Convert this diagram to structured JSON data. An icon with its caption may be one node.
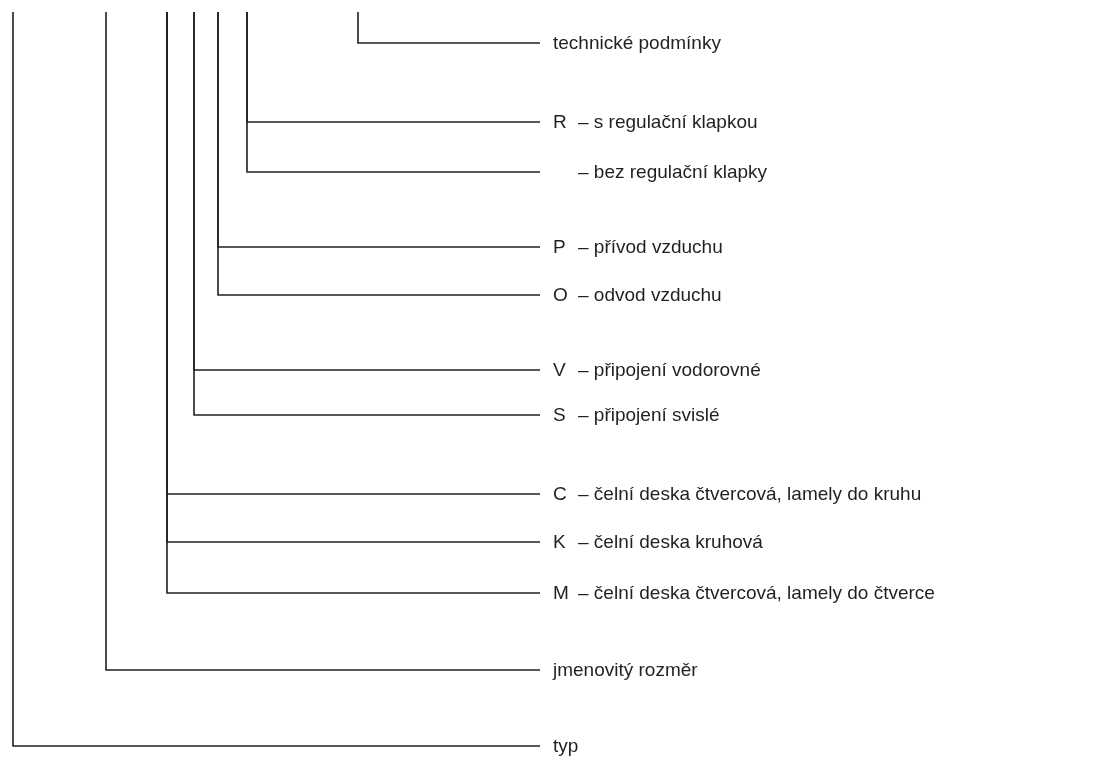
{
  "diagram": {
    "nodes": [
      {
        "text": [
          "technické podmínky"
        ]
      },
      {
        "text": [
          "R",
          "– s regulační klapkou"
        ]
      },
      {
        "text": [
          "– bez regulační klapky"
        ]
      },
      {
        "text": [
          "P",
          "– přívod vzduchu"
        ]
      },
      {
        "text": [
          "O",
          "– odvod vzduchu"
        ]
      },
      {
        "text": [
          "V",
          "– připojení vodorovné"
        ]
      },
      {
        "text": [
          "S",
          "– připojení svislé"
        ]
      },
      {
        "text": [
          "C",
          "– čelní deska čtvercová, lamely do kruhu"
        ]
      },
      {
        "text": [
          "K",
          "– čelní deska kruhová"
        ]
      },
      {
        "text": [
          "M",
          "– čelní deska čtvercová, lamely do čtverce"
        ]
      },
      {
        "text": [
          "jmenovitý rozměr"
        ]
      },
      {
        "text": [
          "typ"
        ]
      }
    ],
    "edges": [
      {
        "from": null,
        "to": 0,
        "arrow": "none"
      },
      {
        "from": null,
        "to": 1,
        "arrow": "none"
      },
      {
        "from": null,
        "to": 2,
        "arrow": "none"
      },
      {
        "from": null,
        "to": 3,
        "arrow": "none"
      },
      {
        "from": null,
        "to": 4,
        "arrow": "none"
      },
      {
        "from": null,
        "to": 5,
        "arrow": "none"
      },
      {
        "from": null,
        "to": 6,
        "arrow": "none"
      },
      {
        "from": null,
        "to": 7,
        "arrow": "none"
      },
      {
        "from": null,
        "to": 8,
        "arrow": "none"
      },
      {
        "from": null,
        "to": 9,
        "arrow": "none"
      },
      {
        "from": null,
        "to": 10,
        "arrow": "none"
      },
      {
        "from": null,
        "to": 11,
        "arrow": "none"
      }
    ]
  }
}
